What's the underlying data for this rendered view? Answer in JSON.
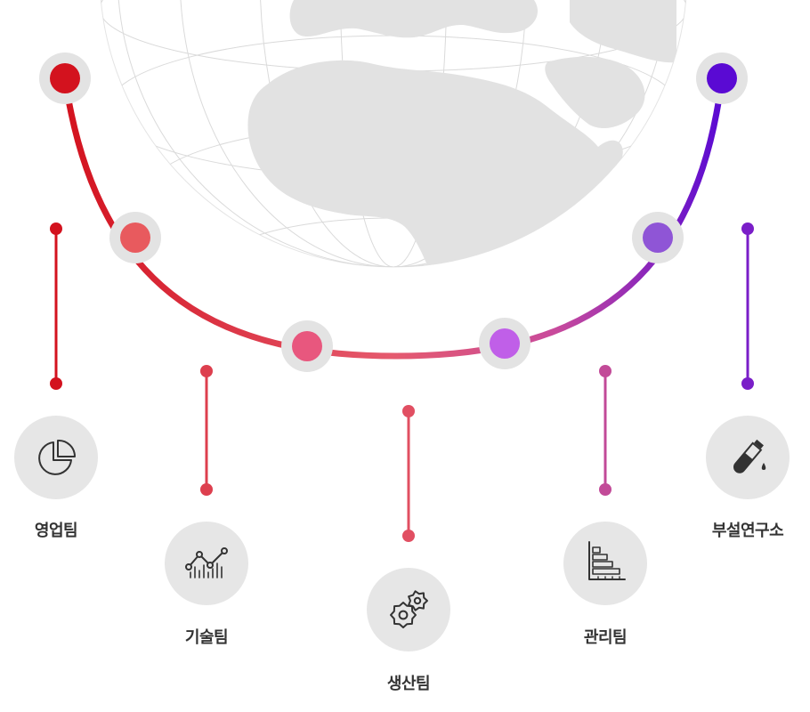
{
  "teams": [
    {
      "id": "sales",
      "label": "영업팀",
      "icon": "pie-chart-icon",
      "color": "#d3121e"
    },
    {
      "id": "tech",
      "label": "기술팀",
      "icon": "line-chart-icon",
      "color": "#dd3f4e"
    },
    {
      "id": "production",
      "label": "생산팀",
      "icon": "gears-icon",
      "color": "#e14f62"
    },
    {
      "id": "management",
      "label": "관리팀",
      "icon": "bar-chart-icon",
      "color": "#c24a98"
    },
    {
      "id": "research",
      "label": "부설연구소",
      "icon": "flask-icon",
      "color": "#7a1ec8"
    }
  ],
  "arc_nodes": [
    {
      "color": "#d3121e"
    },
    {
      "color": "#e85a5e"
    },
    {
      "color": "#e8577e"
    },
    {
      "color": "#c05fe8"
    },
    {
      "color": "#8f55d6"
    },
    {
      "color": "#5a0ad3"
    }
  ],
  "colors": {
    "arc_start": "#d3121e",
    "arc_mid": "#e55a6e",
    "arc_end": "#5a0ad3",
    "halo": "#e3e3e3",
    "icon_circle": "#e6e6e6",
    "icon_stroke": "#333333",
    "globe_land": "#e2e2e2",
    "globe_grid": "#dadada"
  }
}
